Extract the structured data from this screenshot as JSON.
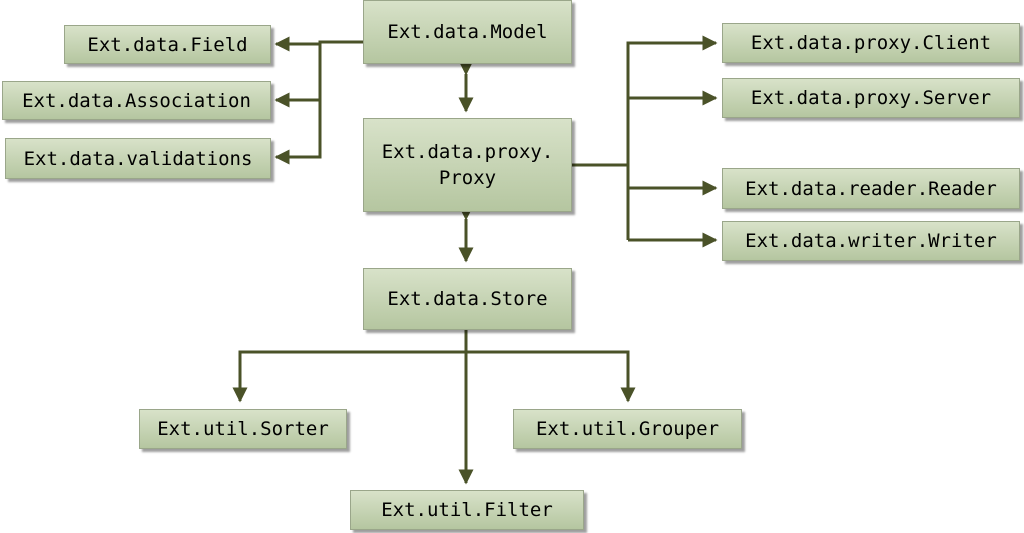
{
  "colors": {
    "connector": "#4a5228",
    "box_top": "#d8e2c9",
    "box_bottom": "#b5c6a0"
  },
  "nodes": {
    "model": "Ext.data.Model",
    "field": "Ext.data.Field",
    "association": "Ext.data.Association",
    "validations": "Ext.data.validations",
    "proxy_line1": "Ext.data.proxy.",
    "proxy_line2": "Proxy",
    "proxy_client": "Ext.data.proxy.Client",
    "proxy_server": "Ext.data.proxy.Server",
    "reader": "Ext.data.reader.Reader",
    "writer": "Ext.data.writer.Writer",
    "store": "Ext.data.Store",
    "sorter": "Ext.util.Sorter",
    "grouper": "Ext.util.Grouper",
    "filter": "Ext.util.Filter"
  },
  "edges": [
    {
      "from": "model",
      "to": "field"
    },
    {
      "from": "model",
      "to": "association"
    },
    {
      "from": "model",
      "to": "validations"
    },
    {
      "from": "model",
      "to": "proxy",
      "bidirectional": true
    },
    {
      "from": "proxy",
      "to": "proxy_client"
    },
    {
      "from": "proxy",
      "to": "proxy_server"
    },
    {
      "from": "proxy",
      "to": "reader"
    },
    {
      "from": "proxy",
      "to": "writer"
    },
    {
      "from": "proxy",
      "to": "store",
      "bidirectional": true
    },
    {
      "from": "store",
      "to": "sorter"
    },
    {
      "from": "store",
      "to": "grouper"
    },
    {
      "from": "store",
      "to": "filter"
    }
  ]
}
